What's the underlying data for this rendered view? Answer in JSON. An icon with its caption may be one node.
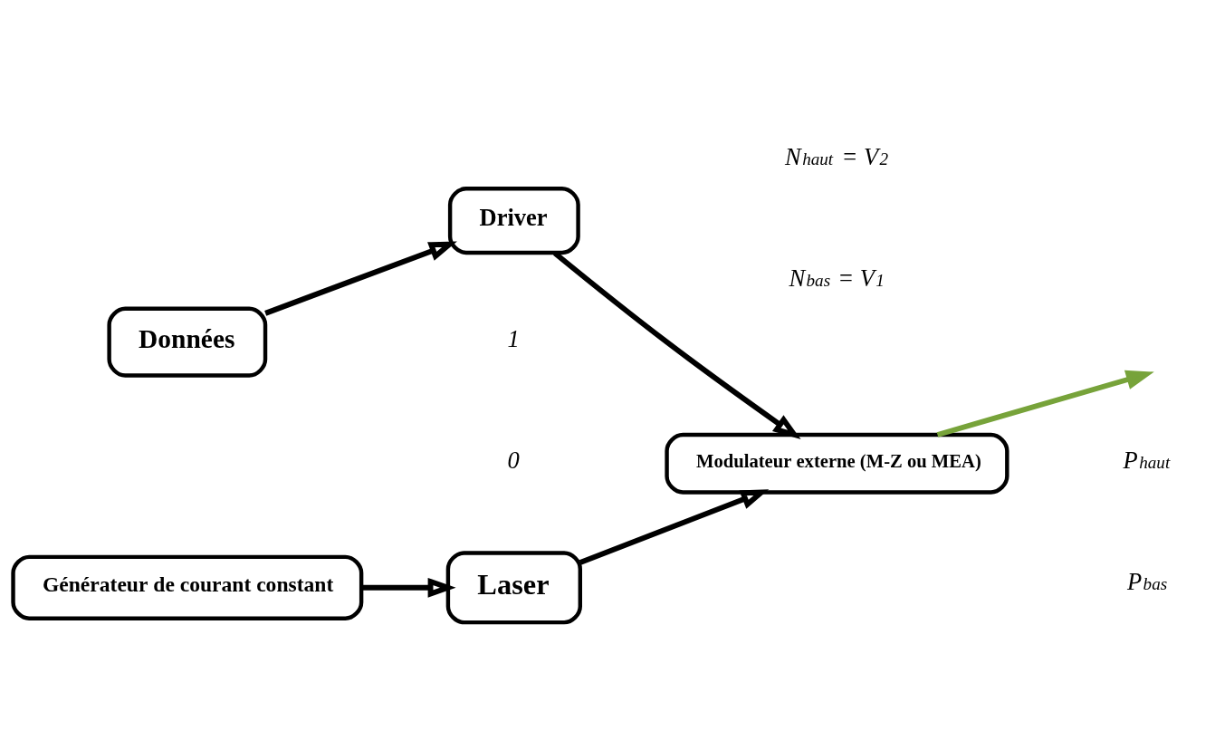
{
  "diagram": {
    "nodes": [
      {
        "text": [
          "Données"
        ]
      },
      {
        "text": [
          "Driver"
        ]
      },
      {
        "text": [
          "Générateur de courant constant"
        ]
      },
      {
        "text": [
          "Laser"
        ]
      },
      {
        "text": [
          "Modulateur externe (M-Z ou MEA)"
        ]
      }
    ],
    "edges": [
      {
        "from": 0,
        "to": 1,
        "arrow": "to"
      },
      {
        "from": 1,
        "to": 4,
        "arrow": "to"
      },
      {
        "from": 2,
        "to": 3,
        "arrow": "to"
      },
      {
        "from": 3,
        "to": 4,
        "arrow": "to"
      },
      {
        "from": 4,
        "to": null,
        "arrow": "to",
        "color": "#77a33a"
      }
    ],
    "labels": [
      "N$_{haut}$ = V$_{2}$",
      "N$_{bas}$ = V$_{1}$",
      "1",
      "0",
      "P$_{haut}$",
      "P$_{bas}$"
    ]
  }
}
